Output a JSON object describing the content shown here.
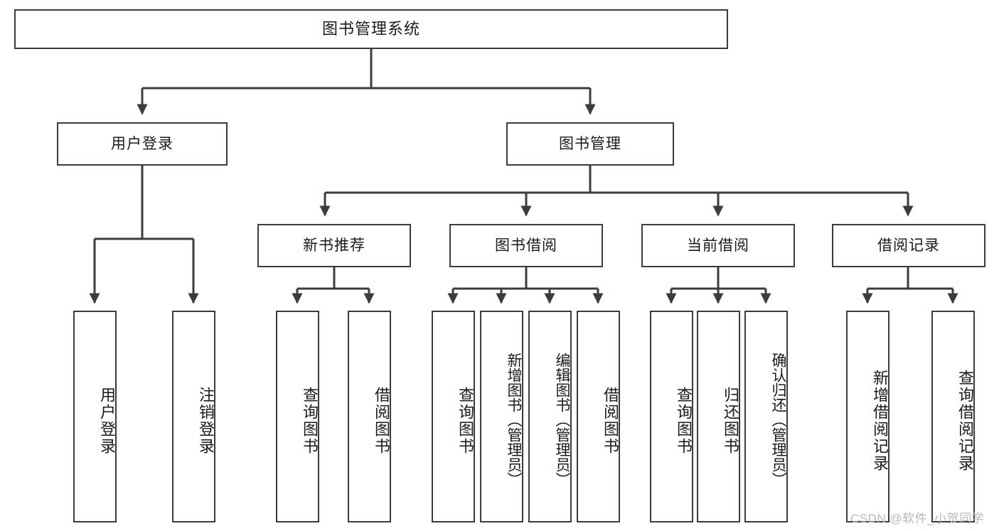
{
  "diagram": {
    "type": "tree-hierarchy",
    "title": "图书管理系统",
    "watermark": "CSDN @软件_小贺同学",
    "colors": {
      "stroke": "#3c3c3c",
      "fill": "#ffffff",
      "text": "#1a1a1a",
      "watermark": "#b8b8b8"
    },
    "levels": {
      "root": "图书管理系统",
      "level2": [
        "用户登录",
        "图书管理"
      ],
      "level3": [
        "新书推荐",
        "图书借阅",
        "当前借阅",
        "借阅记录"
      ],
      "level4_groups": [
        {
          "parent": "用户登录",
          "children": [
            "用户登录",
            "注销登录"
          ]
        },
        {
          "parent": "新书推荐",
          "children": [
            "查询图书",
            "借阅图书"
          ]
        },
        {
          "parent": "图书借阅",
          "children": [
            "查询图书",
            "新增图书（管理员）",
            "编辑图书（管理员）",
            "借阅图书"
          ]
        },
        {
          "parent": "当前借阅",
          "children": [
            "查询图书",
            "归还图书",
            "确认归还（管理员）"
          ]
        },
        {
          "parent": "借阅记录",
          "children": [
            "新增借阅记录",
            "查询借阅记录"
          ]
        }
      ]
    },
    "nodes": {
      "root": {
        "label": "图书管理系统"
      },
      "user_login": {
        "label": "用户登录"
      },
      "book_manage": {
        "label": "图书管理"
      },
      "new_book_rec": {
        "label": "新书推荐"
      },
      "book_borrow": {
        "label": "图书借阅"
      },
      "current_borrow": {
        "label": "当前借阅"
      },
      "borrow_record": {
        "label": "借阅记录"
      },
      "leaf_user_login": {
        "label": "用户登录"
      },
      "leaf_logout": {
        "label": "注销登录"
      },
      "leaf_query_book_1": {
        "label": "查询图书"
      },
      "leaf_borrow_book_1": {
        "label": "借阅图书"
      },
      "leaf_query_book_2": {
        "label": "查询图书"
      },
      "leaf_add_book": {
        "label": "新增图书（管理员）"
      },
      "leaf_edit_book": {
        "label": "编辑图书（管理员）"
      },
      "leaf_borrow_book_2": {
        "label": "借阅图书"
      },
      "leaf_query_book_3": {
        "label": "查询图书"
      },
      "leaf_return_book": {
        "label": "归还图书"
      },
      "leaf_confirm_return": {
        "label": "确认归还（管理员）"
      },
      "leaf_add_record": {
        "label": "新增借阅记录"
      },
      "leaf_query_record": {
        "label": "查询借阅记录"
      }
    }
  }
}
